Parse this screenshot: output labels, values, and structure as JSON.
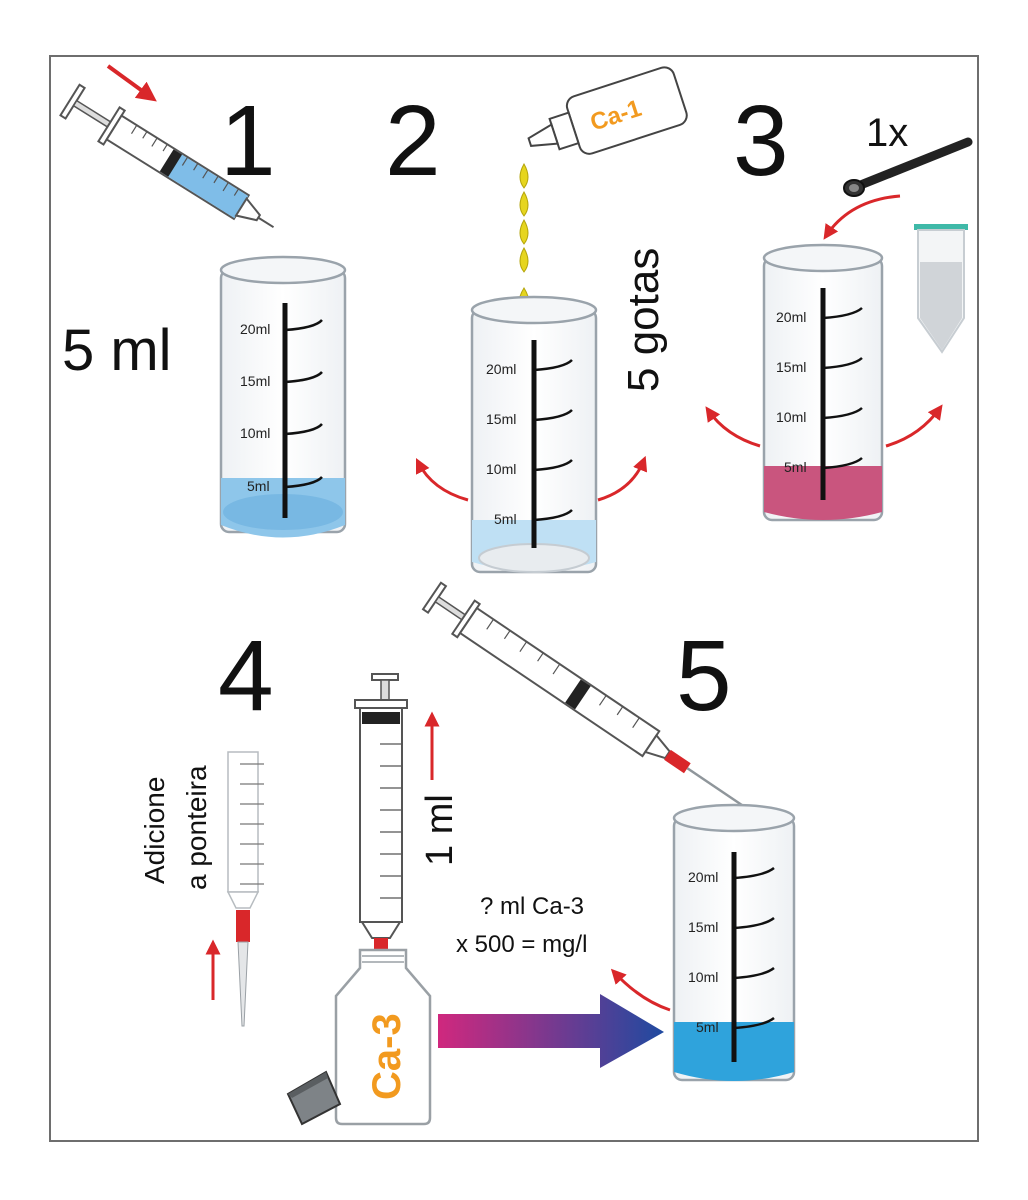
{
  "steps": {
    "s1": {
      "number": "1",
      "volume_label": "5 ml"
    },
    "s2": {
      "number": "2",
      "bottle_label": "Ca-1",
      "drops_label": "5 gotas"
    },
    "s3": {
      "number": "3",
      "times_label": "1x"
    },
    "s4": {
      "number": "4",
      "instruction_line1": "Adicione",
      "instruction_line2": "a ponteira",
      "syringe_volume": "1 ml",
      "bottle_label": "Ca-3"
    },
    "s5": {
      "number": "5",
      "formula_line1": "? ml Ca-3",
      "formula_line2": "x 500 = mg/l"
    }
  },
  "cylinder_marks": [
    "20ml",
    "15ml",
    "10ml",
    "5ml"
  ],
  "colors": {
    "blue_liquid": "#8ec6ea",
    "light_blue_liquid": "#bfe0f4",
    "pink_liquid": "#c9557e",
    "deep_blue_liquid": "#2fa3dc",
    "red_arrow": "#d9272a",
    "drop_yellow": "#e6d51e",
    "bottle_label_orange": "#f29a1f",
    "gradient_start": "#d0287e",
    "gradient_end": "#1f4aa0"
  }
}
